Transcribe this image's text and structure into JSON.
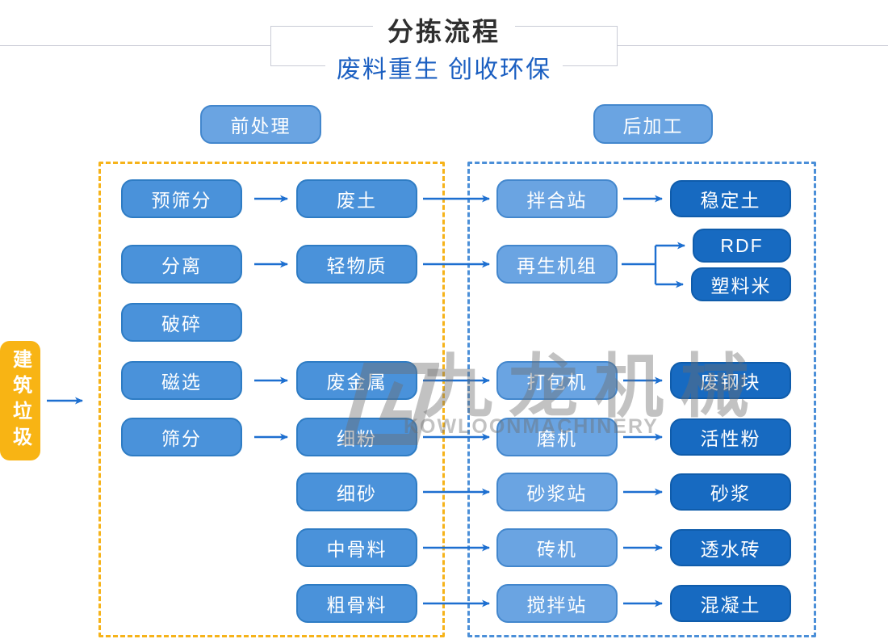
{
  "header": {
    "title": "分拣流程",
    "subtitle": "废料重生 创收环保"
  },
  "sections": {
    "pre_label": "前处理",
    "post_label": "后加工"
  },
  "source": {
    "label": "建筑垃圾"
  },
  "nodes": {
    "pre": [
      {
        "label": "预筛分"
      },
      {
        "label": "分离"
      },
      {
        "label": "破碎"
      },
      {
        "label": "磁选"
      },
      {
        "label": "筛分"
      }
    ],
    "mid": [
      {
        "label": "废土"
      },
      {
        "label": "轻物质"
      },
      {
        "label": "废金属"
      },
      {
        "label": "细粉"
      },
      {
        "label": "细砂"
      },
      {
        "label": "中骨料"
      },
      {
        "label": "粗骨料"
      }
    ],
    "proc": [
      {
        "label": "拌合站"
      },
      {
        "label": "再生机组"
      },
      {
        "label": "打包机"
      },
      {
        "label": "磨机"
      },
      {
        "label": "砂浆站"
      },
      {
        "label": "砖机"
      },
      {
        "label": "搅拌站"
      }
    ],
    "out": [
      {
        "label": "稳定土"
      },
      {
        "label": "RDF"
      },
      {
        "label": "塑料米"
      },
      {
        "label": "废钢块"
      },
      {
        "label": "活性粉"
      },
      {
        "label": "砂浆"
      },
      {
        "label": "透水砖"
      },
      {
        "label": "混凝土"
      }
    ]
  },
  "connections": [
    {
      "from": "建筑垃圾",
      "to": "前处理"
    },
    {
      "from": "预筛分",
      "to": "废土"
    },
    {
      "from": "分离",
      "to": "轻物质"
    },
    {
      "from": "磁选",
      "to": "废金属"
    },
    {
      "from": "筛分",
      "to": "细粉"
    },
    {
      "from": "废土",
      "to": "拌合站"
    },
    {
      "from": "轻物质",
      "to": "再生机组"
    },
    {
      "from": "废金属",
      "to": "打包机"
    },
    {
      "from": "细粉",
      "to": "磨机"
    },
    {
      "from": "细砂",
      "to": "砂浆站"
    },
    {
      "from": "中骨料",
      "to": "砖机"
    },
    {
      "from": "粗骨料",
      "to": "搅拌站"
    },
    {
      "from": "拌合站",
      "to": "稳定土"
    },
    {
      "from": "再生机组",
      "to": "RDF"
    },
    {
      "from": "再生机组",
      "to": "塑料米"
    },
    {
      "from": "打包机",
      "to": "废钢块"
    },
    {
      "from": "磨机",
      "to": "活性粉"
    },
    {
      "from": "砂浆站",
      "to": "砂浆"
    },
    {
      "from": "砖机",
      "to": "透水砖"
    },
    {
      "from": "搅拌站",
      "to": "混凝土"
    }
  ],
  "watermark": {
    "brand_cn": "九龙机械",
    "brand_en": "KOWLOONMACHINERY"
  },
  "colors": {
    "node_light_blue": "#4a92da",
    "node_lighter_blue": "#6aa4e2",
    "node_dark_blue": "#176ac1",
    "source_orange": "#f8b414",
    "dashed_orange": "#f6b31a",
    "dashed_blue": "#4b8fd8",
    "arrow_blue": "#1d6fd0",
    "title_gray": "#2f2f2f",
    "subtitle_blue": "#1b5fc1",
    "header_border_gray": "#c9cbd6",
    "watermark_gray": "#c6c6c6"
  }
}
